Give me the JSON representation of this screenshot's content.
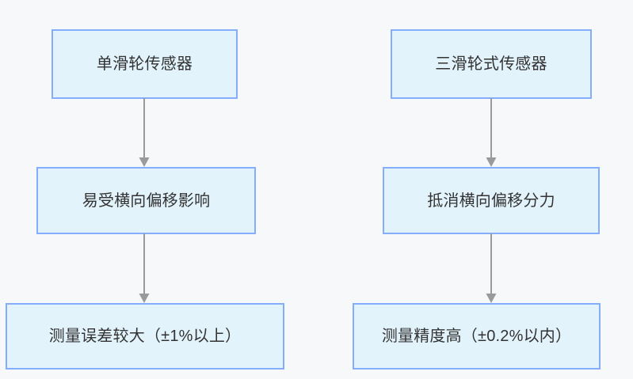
{
  "diagram": {
    "type": "flowchart",
    "background_color": "#f7f8fa",
    "node_fill_color": "#e2f3fc",
    "node_border_color": "#84aefc",
    "text_color": "#333333",
    "connector_color": "#9a9a9a",
    "columns": [
      {
        "name": "single-pulley-column",
        "nodes": [
          {
            "id": "left-1",
            "label": "单滑轮传感器"
          },
          {
            "id": "left-2",
            "label": "易受横向偏移影响"
          },
          {
            "id": "left-3",
            "label": "测量误差较大（±1%以上）"
          }
        ]
      },
      {
        "name": "triple-pulley-column",
        "nodes": [
          {
            "id": "right-1",
            "label": "三滑轮式传感器"
          },
          {
            "id": "right-2",
            "label": "抵消横向偏移分力"
          },
          {
            "id": "right-3",
            "label": "测量精度高（±0.2%以内）"
          }
        ]
      }
    ],
    "connectors": [
      {
        "id": "left-1-to-left-2",
        "from": "left-1",
        "to": "left-2",
        "style": "arrow-down"
      },
      {
        "id": "left-2-to-left-3",
        "from": "left-2",
        "to": "left-3",
        "style": "arrow-down"
      },
      {
        "id": "right-1-to-right-2",
        "from": "right-1",
        "to": "right-2",
        "style": "arrow-down"
      },
      {
        "id": "right-2-to-right-3",
        "from": "right-2",
        "to": "right-3",
        "style": "arrow-down"
      }
    ]
  }
}
